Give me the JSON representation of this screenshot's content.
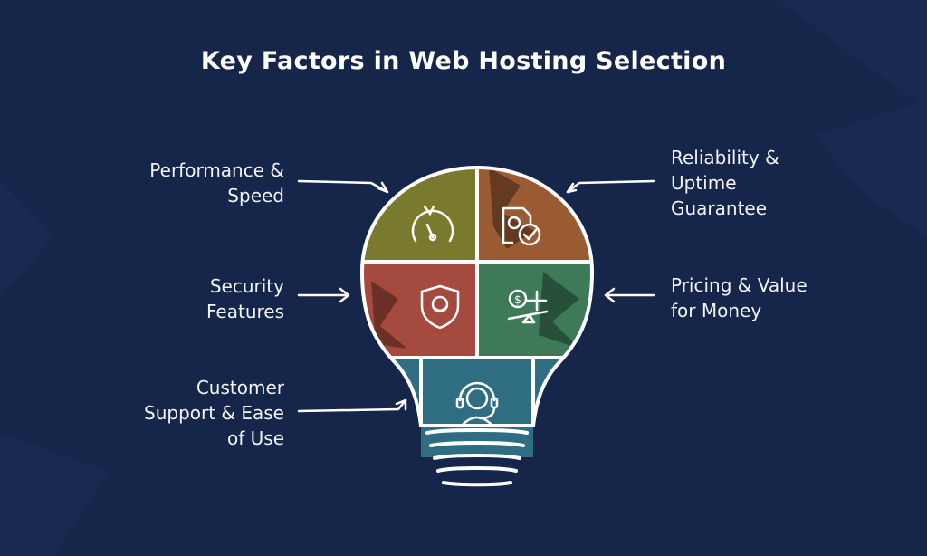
{
  "title": "Key Factors in Web Hosting Selection",
  "factors": {
    "performance": {
      "lines": [
        "Performance &",
        "Speed"
      ],
      "color": "#7a7a2e",
      "icon": "speedometer-icon"
    },
    "reliability": {
      "lines": [
        "Reliability &",
        "Uptime",
        "Guarantee"
      ],
      "color": "#9a5a32",
      "icon": "document-check-icon"
    },
    "security": {
      "lines": [
        "Security",
        "Features"
      ],
      "color": "#a54a3e",
      "icon": "shield-icon"
    },
    "pricing": {
      "lines": [
        "Pricing & Value",
        "for Money"
      ],
      "color": "#3e7a58",
      "icon": "balance-scale-icon"
    },
    "support": {
      "lines": [
        "Customer",
        "Support & Ease",
        "of Use"
      ],
      "color": "#2f6e82",
      "icon": "headset-icon"
    }
  },
  "colors": {
    "background": "#16254a",
    "outline": "#ffffff",
    "text": "#f2f4f8"
  }
}
